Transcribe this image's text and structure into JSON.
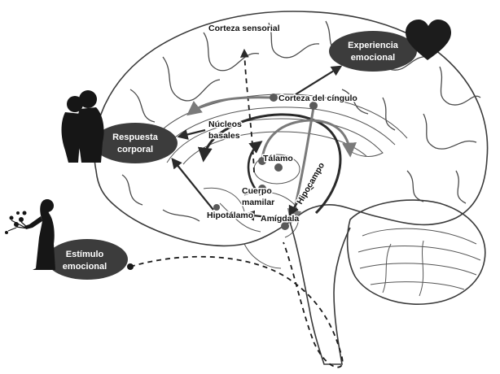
{
  "colors": {
    "badge_fill": "#3c3c3c",
    "node_dot": "#5a5a5a",
    "arrow_dark": "#2a2a2a",
    "arrow_grey": "#7a7a7a",
    "heart": "#1c1c1c",
    "silhouette": "#161616"
  },
  "labels": {
    "corteza_sensorial": "Corteza sensorial",
    "corteza_cingulo": "Corteza del cíngulo",
    "nucleos_1": "Núcleos",
    "nucleos_2": "basales",
    "talamo": "Tálamo",
    "cuerpo_1": "Cuerpo",
    "cuerpo_2": "mamilar",
    "hipotalamo": "Hipotálamo",
    "amigdala": "Amígdala",
    "hipocampo": "Hipocampo"
  },
  "badges": {
    "experiencia_1": "Experiencia",
    "experiencia_2": "emocional",
    "respuesta_1": "Respuesta",
    "respuesta_2": "corporal",
    "estimulo_1": "Estímulo",
    "estimulo_2": "emocional"
  },
  "icons": [
    "heart-icon",
    "couple-silhouette-icon",
    "woman-with-flowers-silhouette-icon"
  ]
}
